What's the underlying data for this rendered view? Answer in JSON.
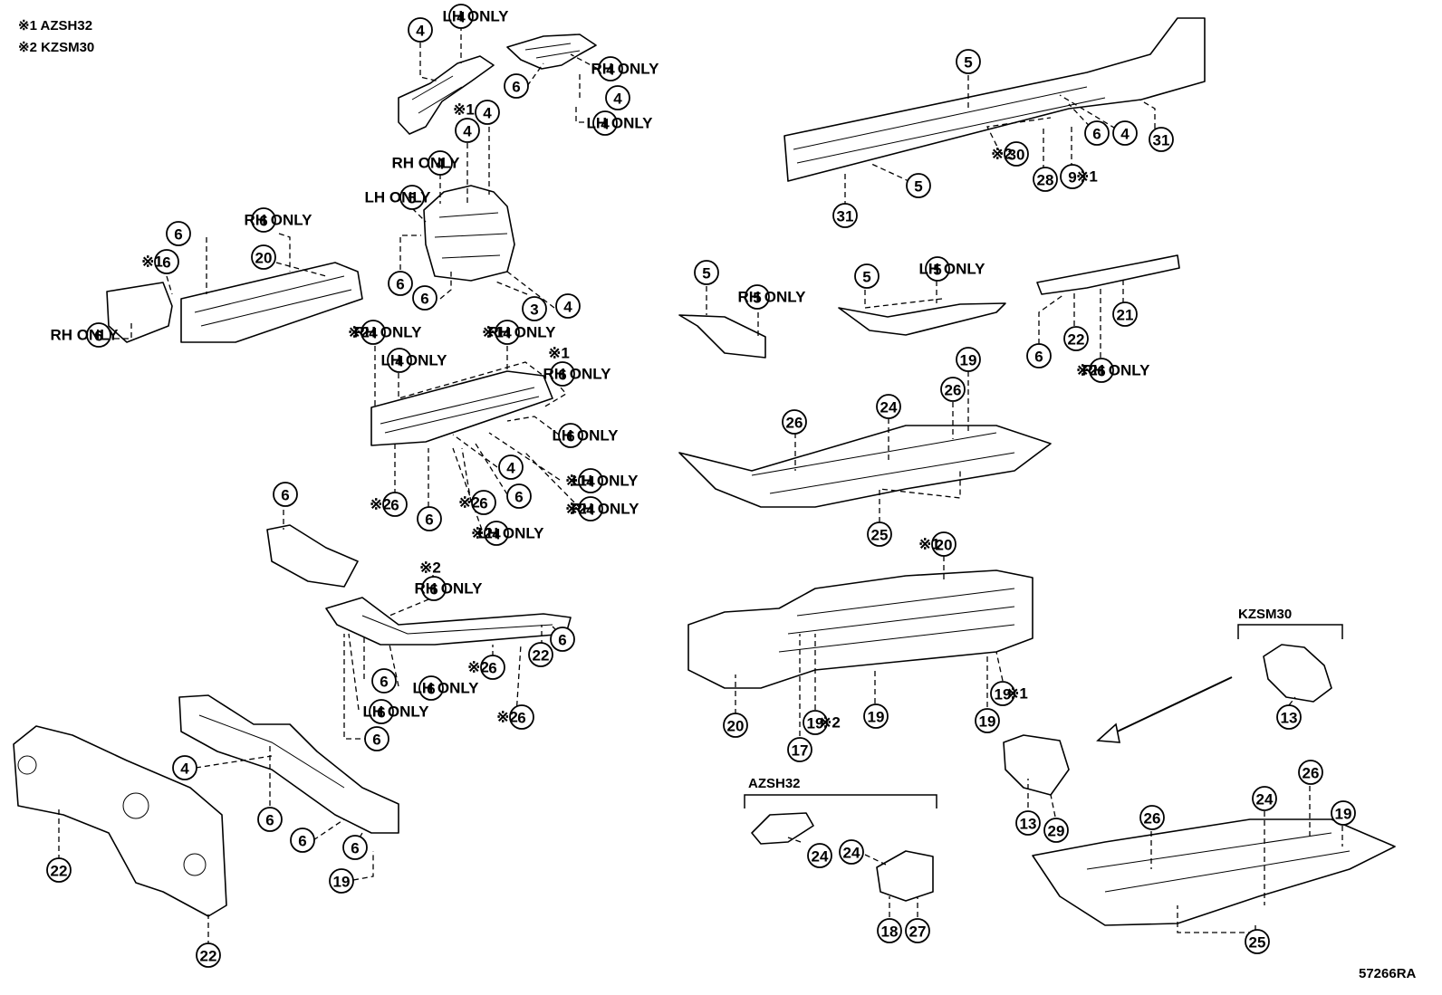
{
  "legend": {
    "note1": "※1 AZSH32",
    "note2": "※2 KZSM30"
  },
  "drawing_id": "57266RA",
  "group_labels": {
    "kzsm30": "KZSM30",
    "azsh32": "AZSH32"
  },
  "callouts": [
    {
      "id": "c01",
      "num": "4"
    },
    {
      "id": "c02",
      "num": "4",
      "after": "LH ONLY"
    },
    {
      "id": "c03",
      "num": "4",
      "after": "RH ONLY"
    },
    {
      "id": "c04",
      "num": "6"
    },
    {
      "id": "c05",
      "num": "4"
    },
    {
      "id": "c06",
      "num": "4",
      "after": "LH ONLY"
    },
    {
      "id": "c07",
      "num": "4"
    },
    {
      "id": "c08",
      "num": "4",
      "pre": "※1"
    },
    {
      "id": "c09",
      "num": "4",
      "before": "RH ONLY"
    },
    {
      "id": "c10",
      "num": "5",
      "before": "LH ONLY"
    },
    {
      "id": "c11",
      "num": "6"
    },
    {
      "id": "c12",
      "num": "6",
      "after": "RH ONLY"
    },
    {
      "id": "c13",
      "num": "6",
      "before": "※1"
    },
    {
      "id": "c14",
      "num": "20"
    },
    {
      "id": "c15",
      "num": "6",
      "before": "RH ONLY"
    },
    {
      "id": "c16",
      "num": "6"
    },
    {
      "id": "c17",
      "num": "6"
    },
    {
      "id": "c18",
      "num": "3"
    },
    {
      "id": "c19",
      "num": "4"
    },
    {
      "id": "c20",
      "num": "4",
      "before": "※2",
      "after": "RH ONLY"
    },
    {
      "id": "c21",
      "num": "4",
      "before": "※1",
      "after": "RH ONLY"
    },
    {
      "id": "c22",
      "num": "4",
      "after": "LH ONLY"
    },
    {
      "id": "c23",
      "num": "6",
      "pre": "※1",
      "after": "RH ONLY"
    },
    {
      "id": "c24",
      "num": "6",
      "after": "LH ONLY"
    },
    {
      "id": "c25",
      "num": "4"
    },
    {
      "id": "c26",
      "num": "4",
      "before": "※1",
      "after": "LH ONLY"
    },
    {
      "id": "c27",
      "num": "6",
      "before": "※2"
    },
    {
      "id": "c28",
      "num": "6",
      "before": "※2"
    },
    {
      "id": "c29",
      "num": "6"
    },
    {
      "id": "c30",
      "num": "6"
    },
    {
      "id": "c31",
      "num": "4",
      "before": "※2",
      "after": "RH ONLY"
    },
    {
      "id": "c32",
      "num": "4",
      "before": "※2",
      "after": "LH ONLY"
    },
    {
      "id": "c33",
      "num": "6"
    },
    {
      "id": "c34",
      "num": "6",
      "pre": "※2",
      "after": "RH ONLY"
    },
    {
      "id": "c35",
      "num": "6"
    },
    {
      "id": "c36",
      "num": "22"
    },
    {
      "id": "c37",
      "num": "6",
      "before": "※2"
    },
    {
      "id": "c38",
      "num": "6"
    },
    {
      "id": "c39",
      "num": "6",
      "after": "LH ONLY"
    },
    {
      "id": "c40",
      "num": "6",
      "after": "LH ONLY"
    },
    {
      "id": "c41",
      "num": "6",
      "before": "※2"
    },
    {
      "id": "c42",
      "num": "6"
    },
    {
      "id": "c43",
      "num": "4"
    },
    {
      "id": "c44",
      "num": "6"
    },
    {
      "id": "c45",
      "num": "6"
    },
    {
      "id": "c46",
      "num": "6"
    },
    {
      "id": "c47",
      "num": "19"
    },
    {
      "id": "c48",
      "num": "22"
    },
    {
      "id": "c49",
      "num": "22"
    },
    {
      "id": "c50",
      "num": "5"
    },
    {
      "id": "c51",
      "num": "6"
    },
    {
      "id": "c52",
      "num": "4"
    },
    {
      "id": "c53",
      "num": "31"
    },
    {
      "id": "c54",
      "num": "30",
      "before": "※2"
    },
    {
      "id": "c55",
      "num": "5"
    },
    {
      "id": "c56",
      "num": "28"
    },
    {
      "id": "c57",
      "num": "9",
      "after": "※1"
    },
    {
      "id": "c58",
      "num": "31"
    },
    {
      "id": "c59",
      "num": "5"
    },
    {
      "id": "c60",
      "num": "5",
      "after": "RH ONLY"
    },
    {
      "id": "c61",
      "num": "5"
    },
    {
      "id": "c62",
      "num": "5",
      "after": "LH ONLY"
    },
    {
      "id": "c63",
      "num": "21"
    },
    {
      "id": "c64",
      "num": "6"
    },
    {
      "id": "c65",
      "num": "22"
    },
    {
      "id": "c66",
      "num": "6",
      "before": "※2",
      "after": "RH ONLY"
    },
    {
      "id": "c67",
      "num": "19"
    },
    {
      "id": "c68",
      "num": "26"
    },
    {
      "id": "c69",
      "num": "24"
    },
    {
      "id": "c70",
      "num": "26"
    },
    {
      "id": "c71",
      "num": "25"
    },
    {
      "id": "c72",
      "num": "20",
      "before": "※1"
    },
    {
      "id": "c73",
      "num": "20"
    },
    {
      "id": "c74",
      "num": "19",
      "after": "※2"
    },
    {
      "id": "c75",
      "num": "19"
    },
    {
      "id": "c76",
      "num": "19",
      "after": "※1"
    },
    {
      "id": "c77",
      "num": "19"
    },
    {
      "id": "c78",
      "num": "17"
    },
    {
      "id": "c79",
      "num": "13"
    },
    {
      "id": "c80",
      "num": "13"
    },
    {
      "id": "c81",
      "num": "29"
    },
    {
      "id": "c82",
      "num": "24"
    },
    {
      "id": "c83",
      "num": "24"
    },
    {
      "id": "c84",
      "num": "18"
    },
    {
      "id": "c85",
      "num": "27"
    },
    {
      "id": "c86",
      "num": "26"
    },
    {
      "id": "c87",
      "num": "24"
    },
    {
      "id": "c88",
      "num": "26"
    },
    {
      "id": "c89",
      "num": "19"
    },
    {
      "id": "c90",
      "num": "25"
    }
  ]
}
